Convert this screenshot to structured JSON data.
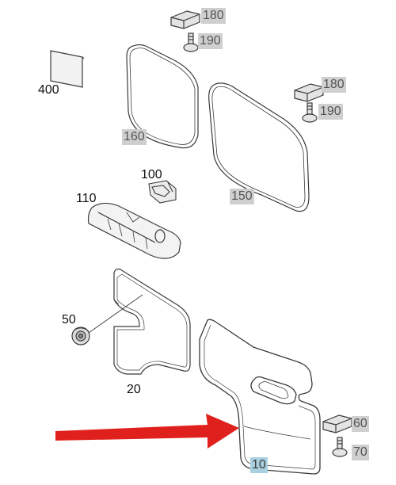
{
  "callouts": {
    "c180a": "180",
    "c190a": "190",
    "c180b": "180",
    "c190b": "190",
    "c400": "400",
    "c160": "160",
    "c150": "150",
    "c100": "100",
    "c110": "110",
    "c50": "50",
    "c20": "20",
    "c60": "60",
    "c70": "70",
    "c10": "10"
  },
  "colors": {
    "line": "#3a3a3a",
    "label_bg": "#cfcfcf",
    "highlight_bg": "#a9cfe0",
    "arrow": "#e0201c"
  }
}
